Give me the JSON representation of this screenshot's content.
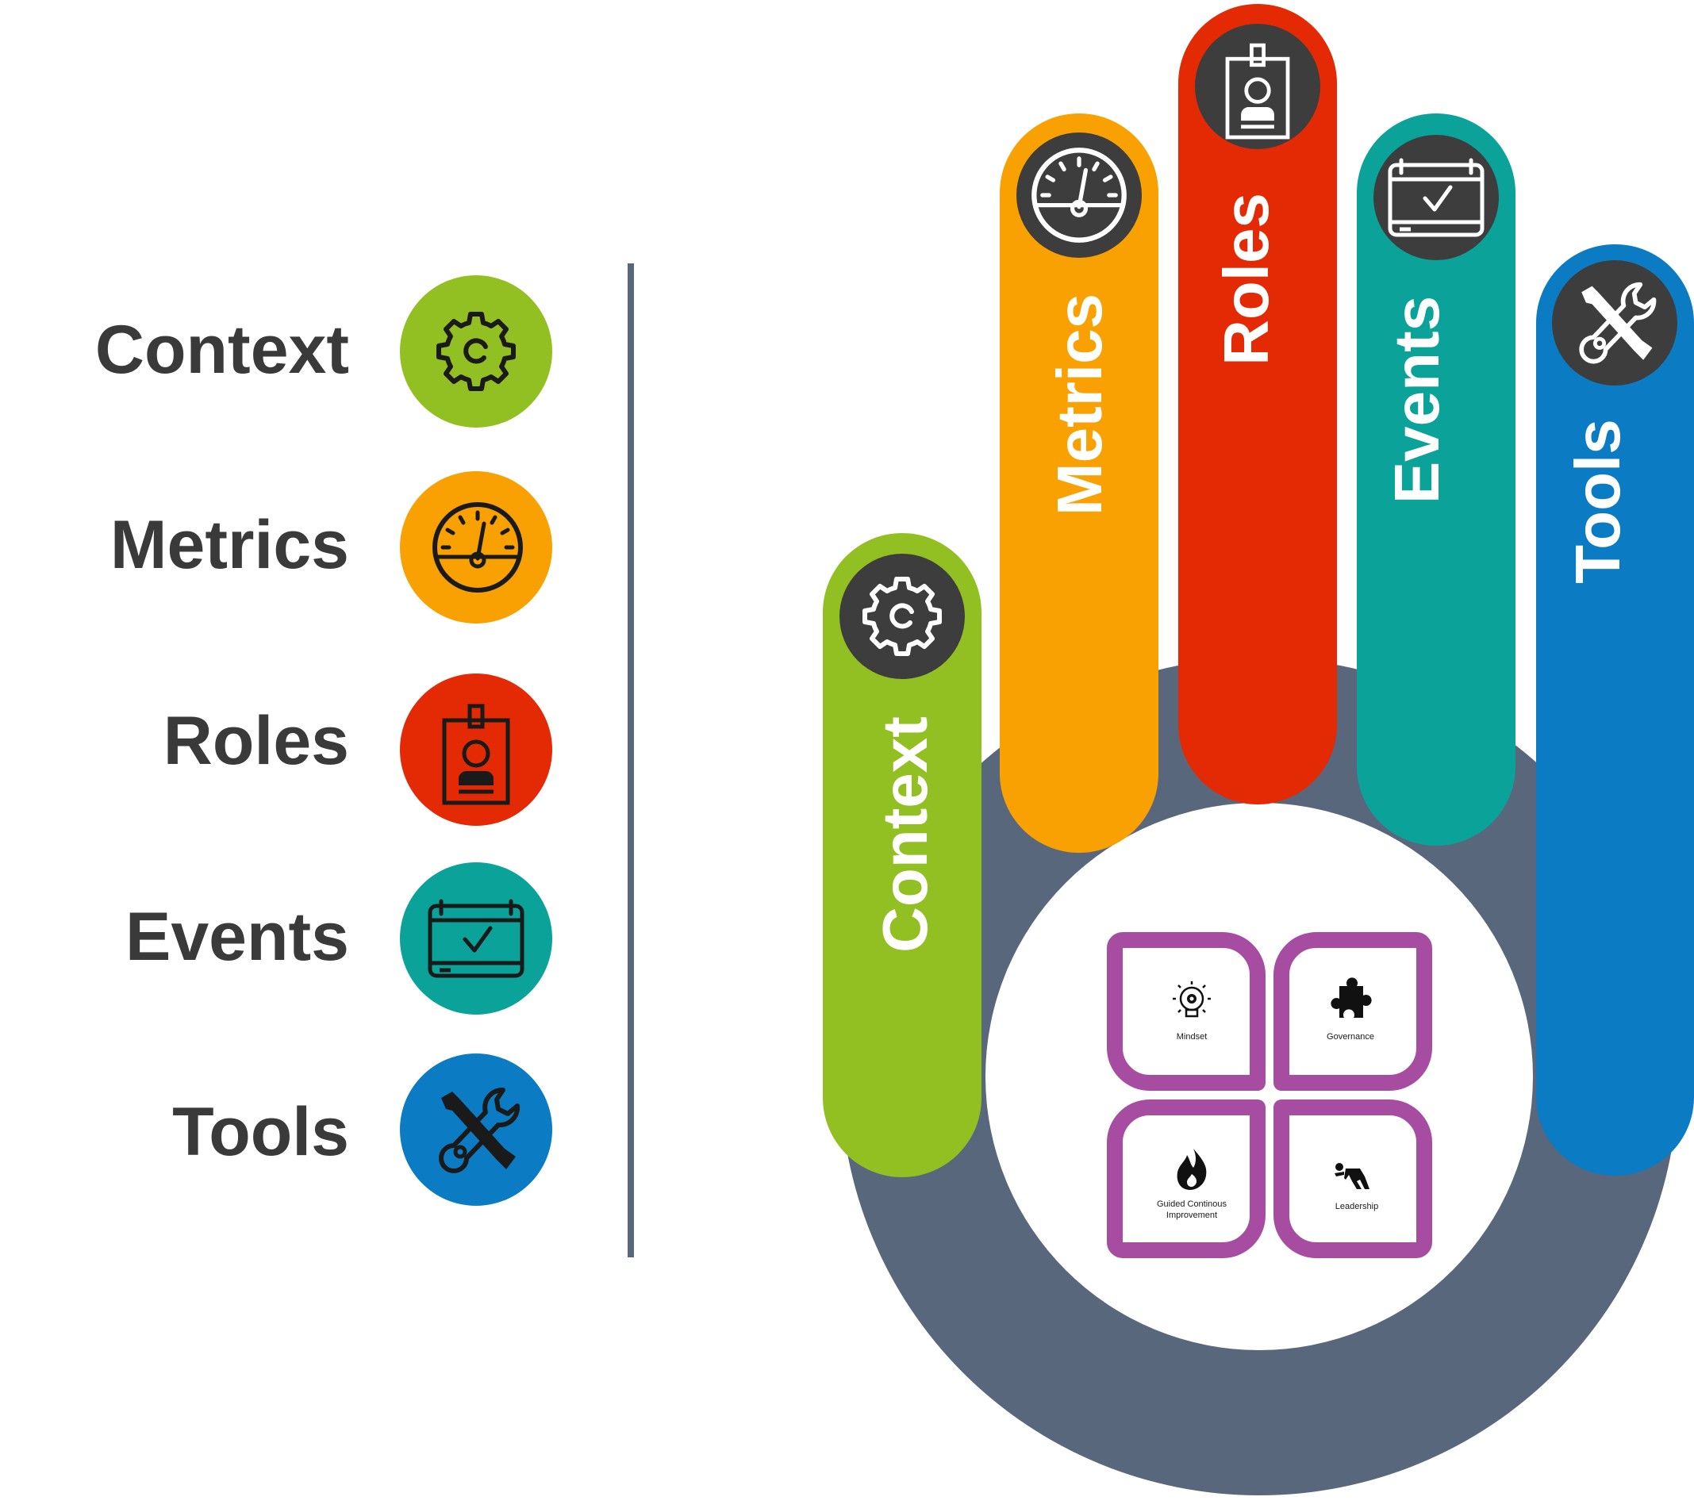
{
  "legend": {
    "items": [
      {
        "label": "Context",
        "icon": "gear-icon",
        "color": "#92c022"
      },
      {
        "label": "Metrics",
        "icon": "speedometer-icon",
        "color": "#f9a102"
      },
      {
        "label": "Roles",
        "icon": "id-badge-icon",
        "color": "#e32a04"
      },
      {
        "label": "Events",
        "icon": "calendar-check-icon",
        "color": "#0ba399"
      },
      {
        "label": "Tools",
        "icon": "tools-icon",
        "color": "#0b7cc3"
      }
    ]
  },
  "hand": {
    "palm_color": "#58677c",
    "icon_disc_color": "#3d3d3d",
    "fingers": [
      {
        "label": "Context",
        "icon": "gear-icon",
        "color": "#92c022"
      },
      {
        "label": "Metrics",
        "icon": "speedometer-icon",
        "color": "#f9a102"
      },
      {
        "label": "Roles",
        "icon": "id-badge-icon",
        "color": "#e32a04"
      },
      {
        "label": "Events",
        "icon": "calendar-check-icon",
        "color": "#0ba399"
      },
      {
        "label": "Tools",
        "icon": "tools-icon",
        "color": "#0b7cc3"
      }
    ],
    "center_tiles": [
      {
        "label_lines": [
          "Mindset"
        ],
        "icon": "lightbulb-gear-icon"
      },
      {
        "label_lines": [
          "Governance"
        ],
        "icon": "puzzle-piece-icon"
      },
      {
        "label_lines": [
          "Guided Continous",
          "Improvement"
        ],
        "icon": "flame-icon"
      },
      {
        "label_lines": [
          "Leadership"
        ],
        "icon": "runner-start-icon"
      }
    ],
    "tile_border_color": "#a64da1"
  },
  "divider_color": "#58677c"
}
